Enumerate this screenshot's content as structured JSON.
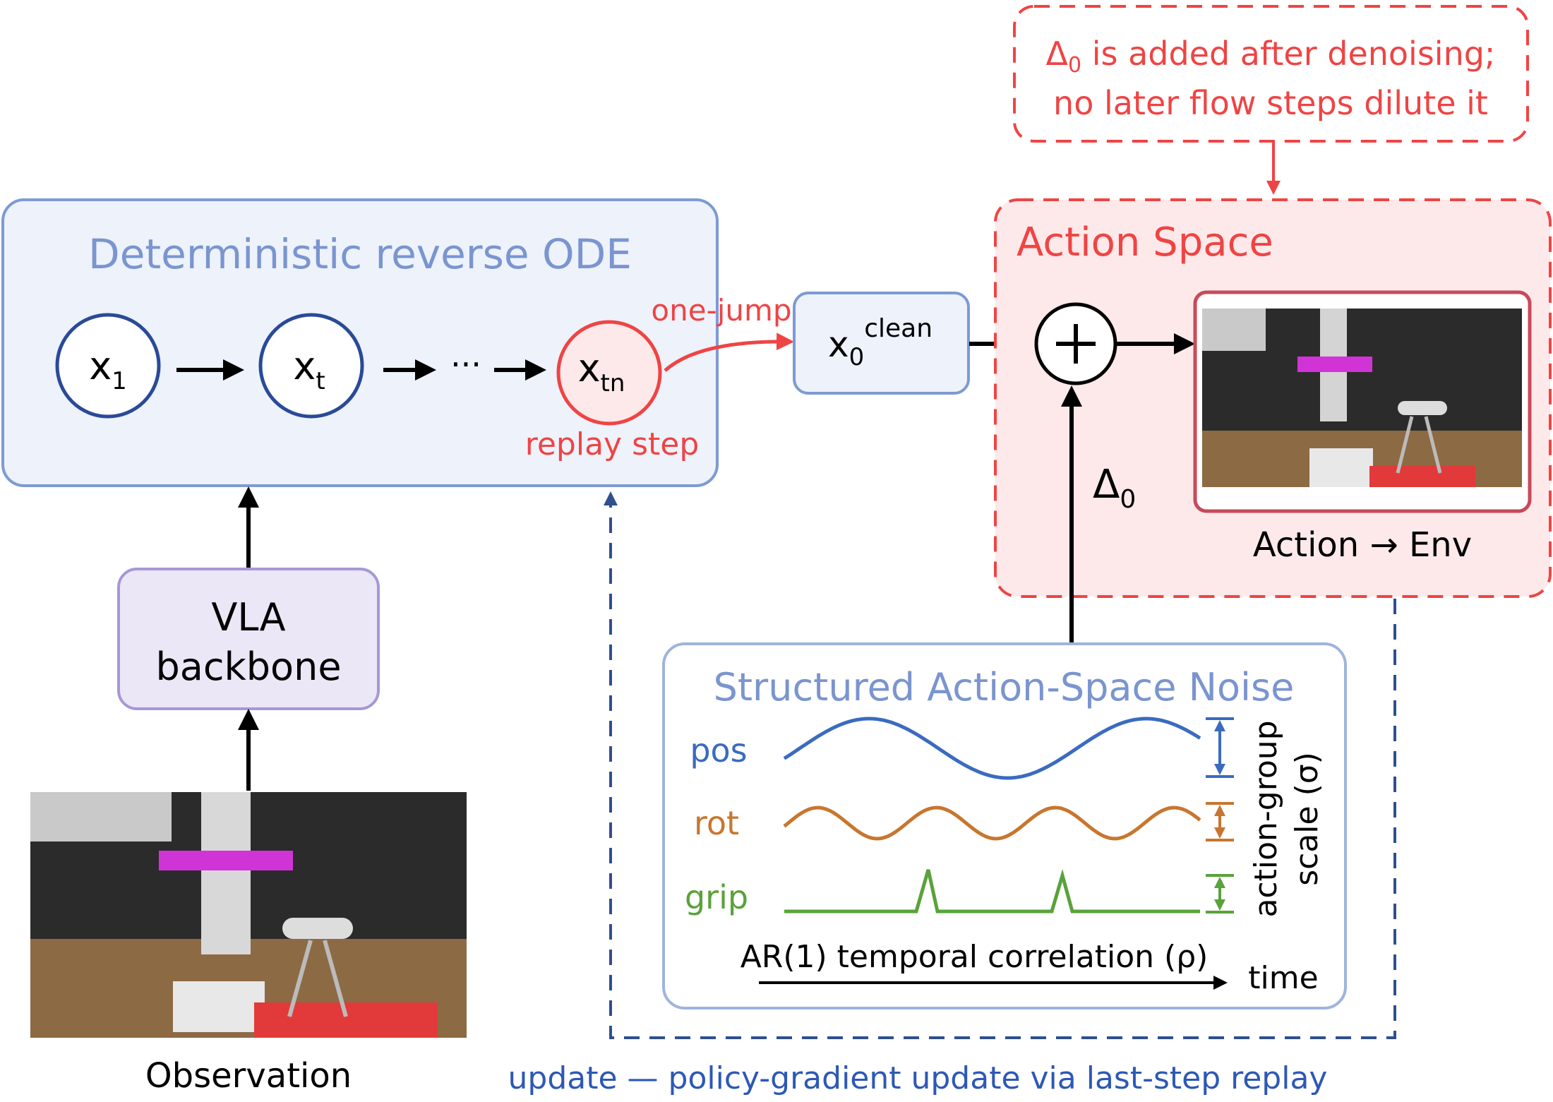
{
  "note_box": {
    "line1_delta": "Δ",
    "line1_sub": "0",
    "line1_rest": " is added after denoising;",
    "line2": "no later flow steps dilute it"
  },
  "ode_box": {
    "title": "Deterministic reverse ODE",
    "node1_base": "x",
    "node1_sub": "1",
    "node2_base": "x",
    "node2_sub": "t",
    "ellipsis": "···",
    "node3_base": "x",
    "node3_sub": "tn",
    "replay_label": "replay step"
  },
  "one_jump_label": "one-jump",
  "clean_box": {
    "base": "x",
    "sub": "0",
    "sup": "clean"
  },
  "action_space": {
    "title": "Action Space",
    "plus": "+",
    "delta_base": "Δ",
    "delta_sub": "0",
    "env_label": "Action → Env"
  },
  "vla_box": {
    "line1": "VLA",
    "line2": "backbone"
  },
  "observation_label": "Observation",
  "noise_box": {
    "title": "Structured Action-Space Noise",
    "rows": [
      {
        "label": "pos",
        "color": "#3a6bc0"
      },
      {
        "label": "rot",
        "color": "#c8762f"
      },
      {
        "label": "grip",
        "color": "#5aa23a"
      }
    ],
    "scale_line1": "action-group",
    "scale_line2": "scale (σ)",
    "ar_label": "AR(1) temporal correlation (ρ)",
    "time_label": "time"
  },
  "update_label": "update — policy-gradient update via last-step replay",
  "colors": {
    "blue_box_fill": "#edf2fb",
    "blue_box_stroke": "#7d9ad3",
    "title_blue": "#7a95cf",
    "node_blue": "#2a4a98",
    "red": "#ef4444",
    "red_fill": "#fde9e9",
    "purple_fill": "#ebe7f6",
    "purple_stroke": "#a897d6",
    "dashed_blue": "#2f4f8f",
    "label_blue": "#2d58b6"
  }
}
